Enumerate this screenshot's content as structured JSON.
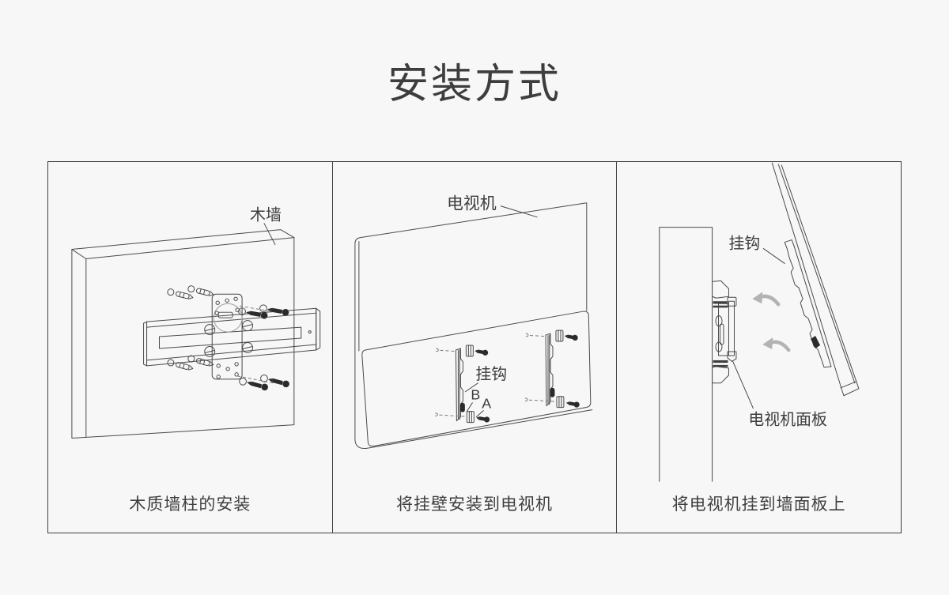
{
  "page": {
    "title": "安装方式",
    "background": "#f7f7f7",
    "line_color": "#4a4a4a",
    "screw_color": "#2b2b2b",
    "arrow_color": "#b3b3b3",
    "text_color": "#3d3d3d"
  },
  "panels": [
    {
      "caption": "木质墙柱的安装",
      "labels": {
        "wall": "木墙"
      }
    },
    {
      "caption": "将挂壁安装到电视机",
      "labels": {
        "tv": "电视机",
        "hook": "挂钩",
        "point_b": "B",
        "point_a": "A"
      }
    },
    {
      "caption": "将电视机挂到墙面板上",
      "labels": {
        "hook": "挂钩",
        "tv_panel": "电视机面板"
      }
    }
  ]
}
